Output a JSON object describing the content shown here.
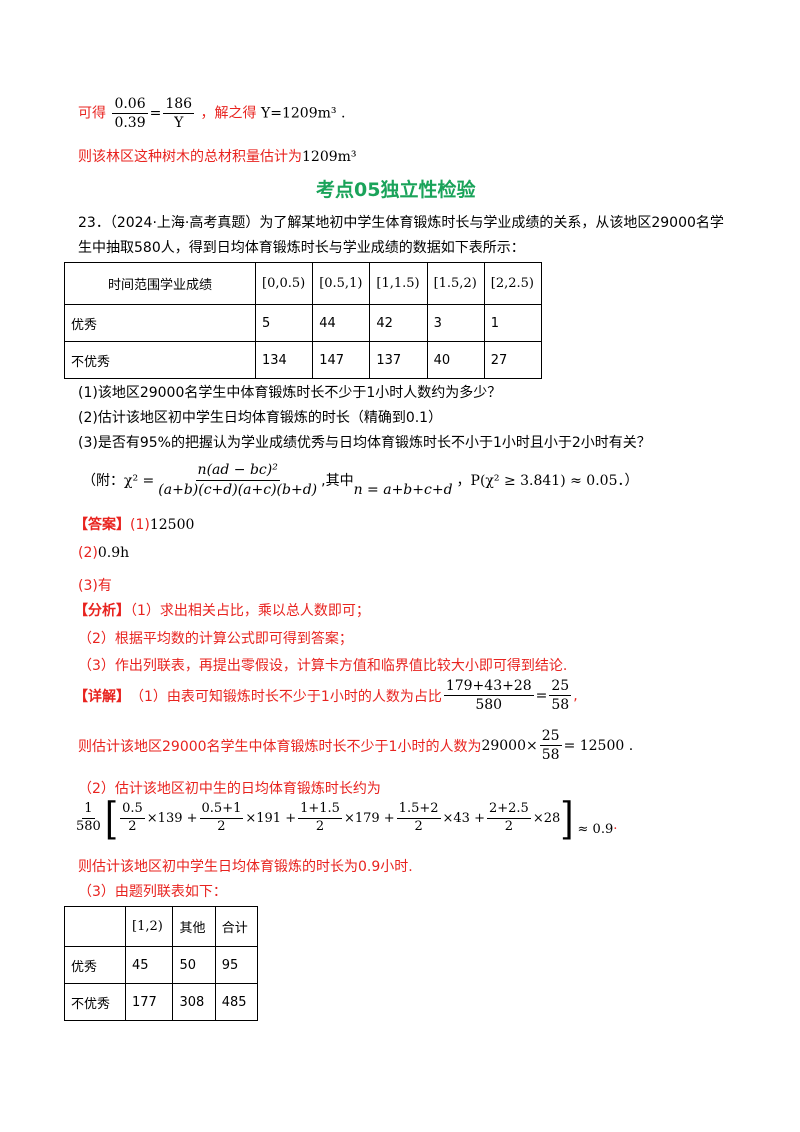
{
  "intro": {
    "line1_prefix": "可得",
    "frac_a_num": "0.06",
    "frac_a_den": "0.39",
    "equals": "=",
    "frac_b_num": "186",
    "frac_b_den": "Y",
    "line1_mid": "，解之得",
    "line1_result": "Y=1209m³ .",
    "line2": "则该林区这种树木的总材积量估计为",
    "line2_result": "1209m³"
  },
  "section_title": "考点05独立性检验",
  "problem": {
    "line1": "23．（2024·上海·高考真题）为了解某地初中学生体育锻炼时长与学业成绩的关系，从该地区29000名学",
    "line2": "生中抽取580人，得到日均体育锻炼时长与学业成绩的数据如下表所示：",
    "table1": {
      "header": [
        "时间范围学业成绩",
        "[0,0.5)",
        "[0.5,1)",
        "[1,1.5)",
        "[1.5,2)",
        "[2,2.5)"
      ],
      "rows": [
        [
          "优秀",
          "5",
          "44",
          "42",
          "3",
          "1"
        ],
        [
          "不优秀",
          "134",
          "147",
          "137",
          "40",
          "27"
        ]
      ]
    },
    "q1": "(1)该地区29000名学生中体育锻炼时长不少于1小时人数约为多少？",
    "q2": "(2)估计该地区初中学生日均体育锻炼的时长（精确到0.1）",
    "q3": "(3)是否有95%的把握认为学业成绩优秀与日均体育锻炼时长不小于1小时且小于2小时有关？",
    "formula": {
      "prefix": "（附：χ² =",
      "num": "n(ad − bc)²",
      "den": "(a+b)(c+d)(a+c)(b+d)",
      "mid": ",其中",
      "n_def": "n = a+b+c+d",
      "prob": "，P(χ² ≥ 3.841) ≈ 0.05．）"
    }
  },
  "answer": {
    "label": "【答案】",
    "a1_tag": "(1)",
    "a1": "12500",
    "a2_tag": "(2)",
    "a2": "0.9h",
    "a3_tag": "(3)",
    "a3": "有"
  },
  "analysis": {
    "label": "【分析】",
    "l1": "（1）求出相关占比，乘以总人数即可；",
    "l2": "（2）根据平均数的计算公式即可得到答案；",
    "l3": "（3）作出列联表，再提出零假设，计算卡方值和临界值比较大小即可得到结论."
  },
  "detail": {
    "label": "【详解】",
    "d1_text": "（1）由表可知锻炼时长不少于1小时的人数为占比",
    "d1_num": "179+43+28",
    "d1_den": "580",
    "d1_eq": "=",
    "d1_num2": "25",
    "d1_den2": "58",
    "d1_end": ",",
    "d2_text": "则估计该地区29000名学生中体育锻炼时长不少于1小时的人数为",
    "d2_a": "29000×",
    "d2_num": "25",
    "d2_den": "58",
    "d2_b": "= 12500 .",
    "d3_text": "（2）估计该地区初中生的日均体育锻炼时长约为",
    "mean": {
      "lead_num": "1",
      "lead_den": "580",
      "terms": [
        {
          "num": "0.5",
          "den": "2",
          "mult": "×139 +"
        },
        {
          "num": "0.5+1",
          "den": "2",
          "mult": "×191 +"
        },
        {
          "num": "1+1.5",
          "den": "2",
          "mult": "×179 +"
        },
        {
          "num": "1.5+2",
          "den": "2",
          "mult": "×43 +"
        },
        {
          "num": "2+2.5",
          "den": "2",
          "mult": "×28"
        }
      ],
      "approx": "≈ 0.9",
      "dot": "."
    },
    "d4": "则估计该地区初中学生日均体育锻炼的时长为0.9小时.",
    "d5": "（3）由题列联表如下：",
    "table2": {
      "header": [
        "",
        "[1,2)",
        "其他",
        "合计"
      ],
      "rows": [
        [
          "优秀",
          "45",
          "50",
          "95"
        ],
        [
          "不优秀",
          "177",
          "308",
          "485"
        ]
      ]
    }
  }
}
